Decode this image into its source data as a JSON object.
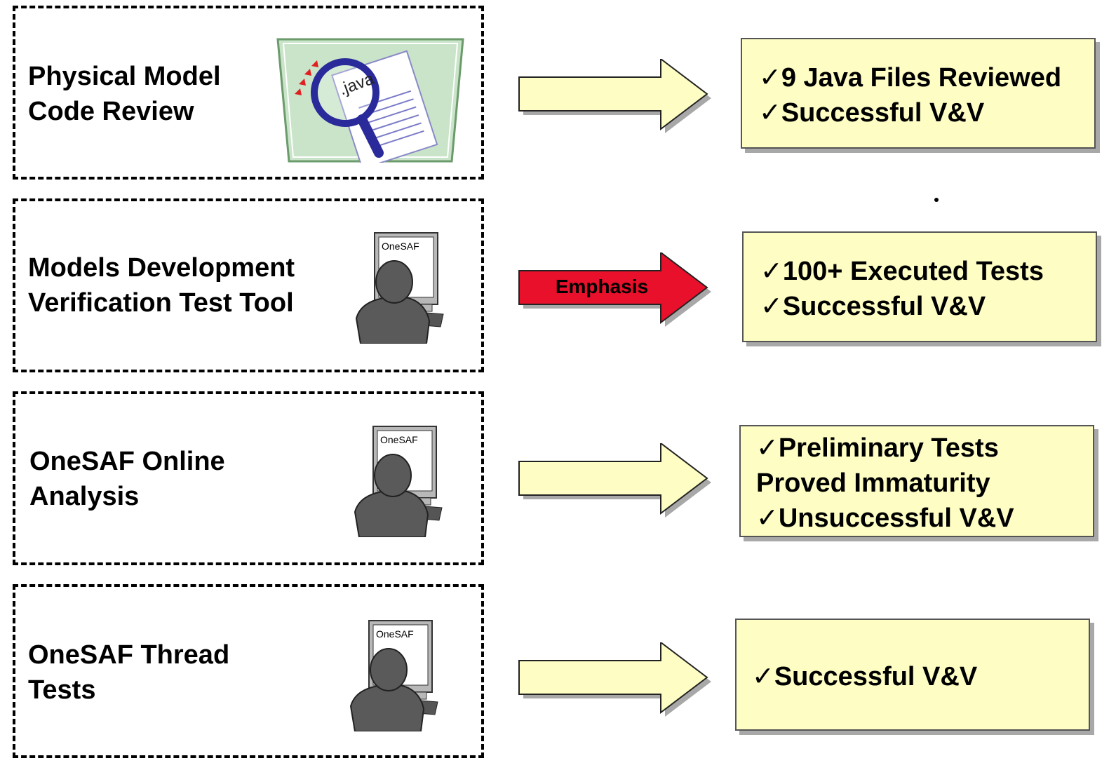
{
  "stages": [
    {
      "label_lines": [
        "Physical Model",
        "Code Review"
      ]
    },
    {
      "label_lines": [
        "Models Development",
        "Verification Test Tool"
      ]
    },
    {
      "label_lines": [
        "OneSAF Online",
        "Analysis"
      ]
    },
    {
      "label_lines": [
        "OneSAF Thread",
        "Tests"
      ]
    }
  ],
  "icons": {
    "code_review": {
      "file_text": ".java"
    },
    "computer_label": "OneSAF"
  },
  "arrows": [
    {
      "label": "",
      "color": "#fdfdc4"
    },
    {
      "label": "Emphasis",
      "color": "#e8102a"
    },
    {
      "label": "",
      "color": "#fdfdc4"
    },
    {
      "label": "",
      "color": "#fdfdc4"
    }
  ],
  "results": [
    {
      "lines": [
        "✓9 Java Files Reviewed",
        "✓Successful V&V"
      ]
    },
    {
      "lines": [
        "✓100+ Executed Tests",
        "✓Successful V&V"
      ]
    },
    {
      "lines": [
        "✓Preliminary Tests",
        "Proved Immaturity",
        "✓Unsuccessful V&V"
      ]
    },
    {
      "lines": [
        "✓Successful V&V"
      ]
    }
  ],
  "colors": {
    "result_fill": "#fdfdc4",
    "emphasis_arrow": "#e8102a",
    "shadow": "#a8a8a8"
  }
}
